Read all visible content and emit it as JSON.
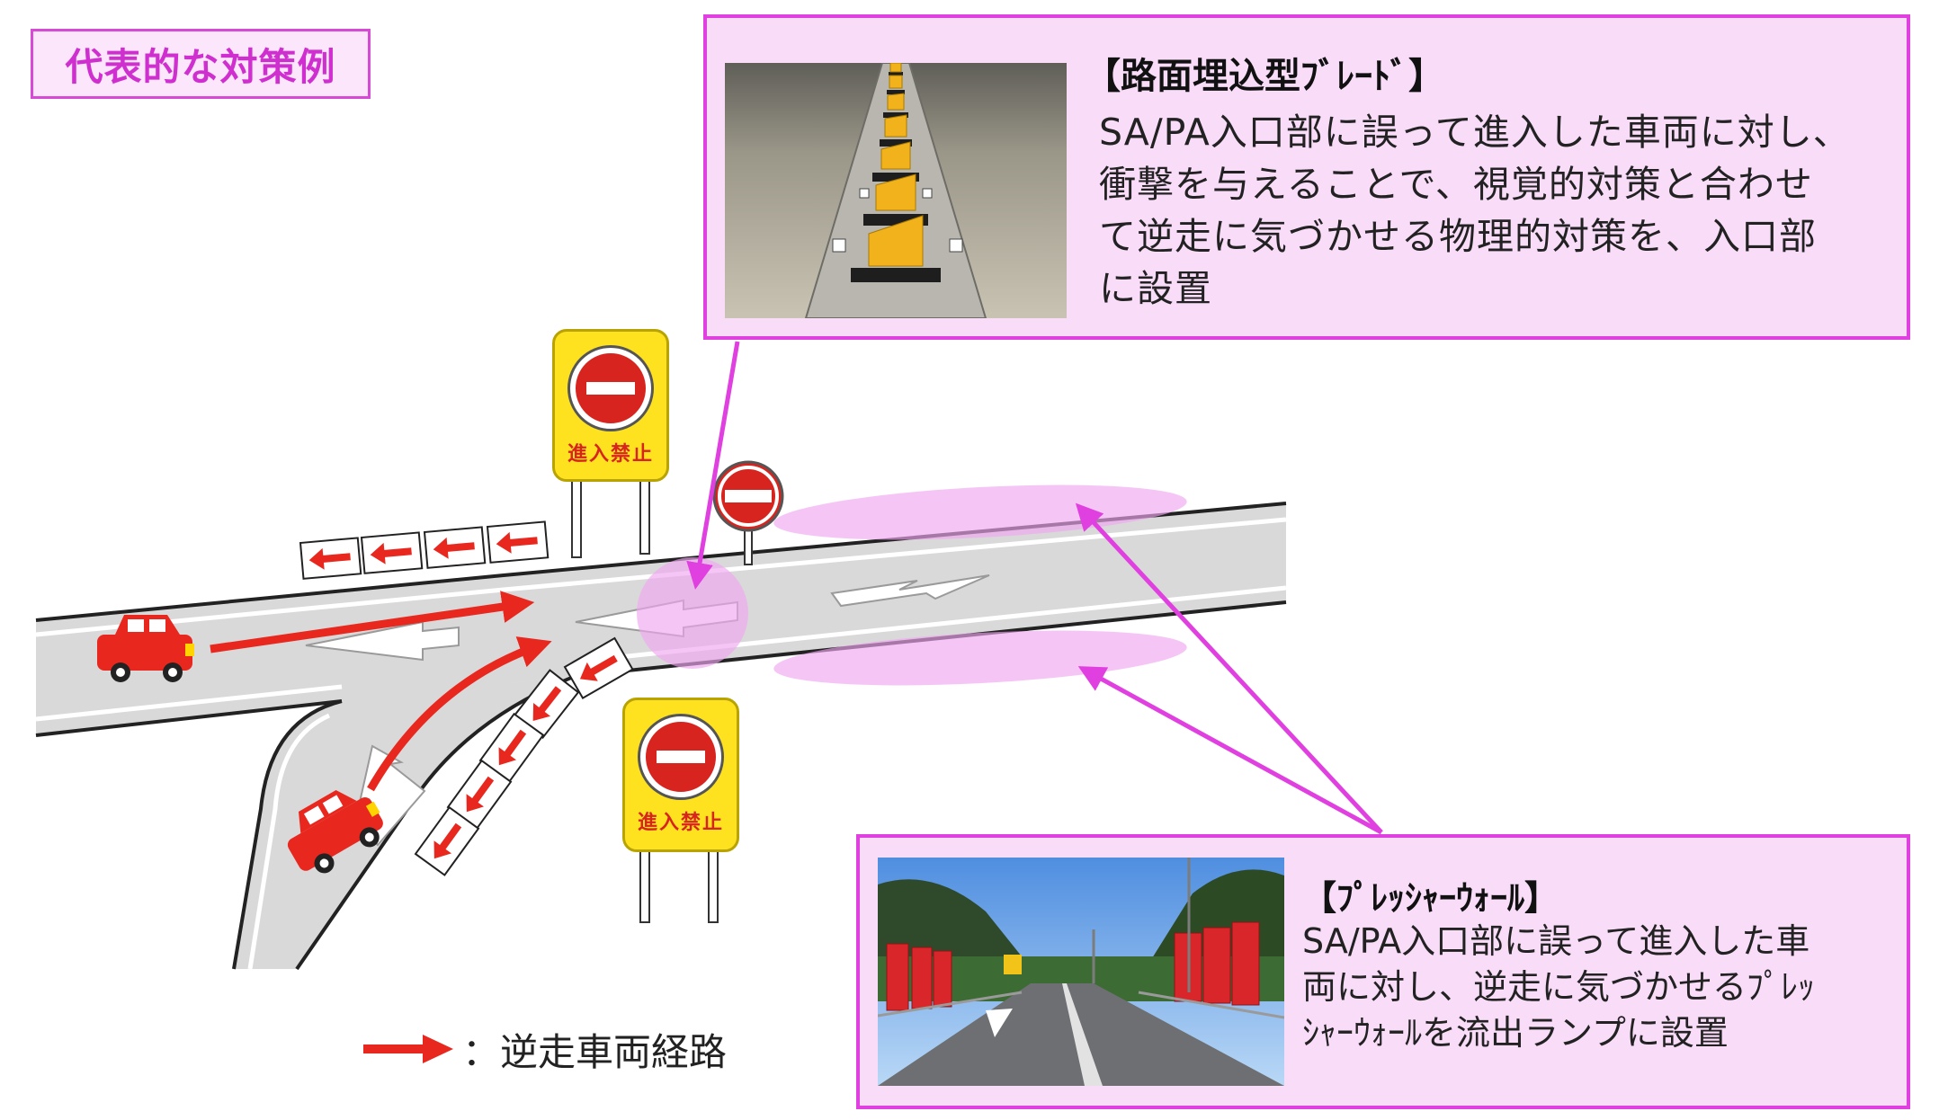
{
  "title": "代表的な対策例",
  "blade": {
    "heading": "【路面埋込型ﾌﾞﾚｰﾄﾞ】",
    "lines": [
      "SA/PA入口部に誤って進入した車両に対し、",
      "衝撃を与えることで、視覚的対策と合わせ",
      "て逆走に気づかせる物理的対策を、入口部",
      "に設置"
    ]
  },
  "wall": {
    "heading": "【ﾌﾟﾚｯｼｬｰｳｫｰﾙ】",
    "lines": [
      "SA/PA入口部に誤って進入した車",
      "両に対し、逆走に気づかせるﾌﾟﾚｯ",
      "ｼｬｰｳｫｰﾙを流出ランプに設置"
    ]
  },
  "signs": {
    "no_entry_text": "進入禁止"
  },
  "legend": {
    "label": "：逆走車両経路"
  },
  "colors": {
    "accent_magenta": "#e040e0",
    "callout_bg": "#f8dcf8",
    "route_red": "#e8281e",
    "sign_yellow": "#ffe21f",
    "road_gray": "#d9d9d9"
  }
}
